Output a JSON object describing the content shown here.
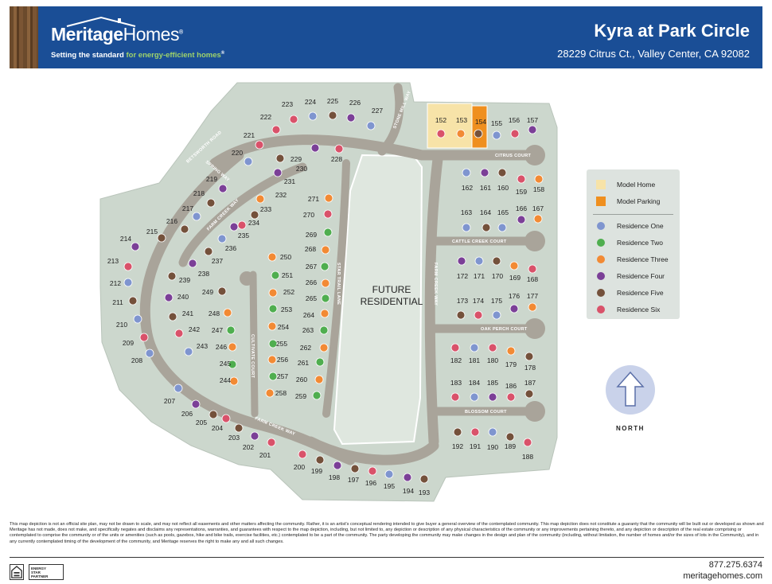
{
  "header": {
    "brand_a": "Meritage",
    "brand_b": "Homes",
    "brand_mark": "®",
    "tagline_a": "Setting the standard",
    "tagline_b": "for energy-efficient homes",
    "tagline_mark": "®",
    "community_name": "Kyra at Park Circle",
    "community_address": "28229 Citrus Ct., Valley Center, CA 92082"
  },
  "map": {
    "future_line1": "FUTURE",
    "future_line2": "RESIDENTIAL",
    "streets": {
      "betsworth": "BETSWORTH ROAD",
      "spring": "SPRING WAY",
      "farm_creek_upper": "FARM CREEK WAY",
      "farm_creek_right": "FARM CREEK WAY",
      "farm_creek_lower": "FARM CREEK WAY",
      "stone_mill": "STONE MILL WAY",
      "star_trail": "STAR TRAIL LANE",
      "cultivate": "CULTIVATE COURT",
      "citrus": "CITRUS COURT",
      "cattle_creek": "CATTLE CREEK COURT",
      "oak_perch": "OAK PERCH COURT",
      "blossom": "BLOSSOM COURT"
    },
    "colors": {
      "residence_one": "#7f95cf",
      "residence_two": "#4fae4f",
      "residence_three": "#f28a34",
      "residence_four": "#7b3f97",
      "residence_five": "#74513b",
      "residence_six": "#d9526a",
      "model_home": "#f7e3a8",
      "model_parking": "#ef8f1f"
    },
    "lots": [
      {
        "n": "223",
        "r": 6
      },
      {
        "n": "224",
        "r": 1
      },
      {
        "n": "225",
        "r": 5
      },
      {
        "n": "226",
        "r": 4
      },
      {
        "n": "227",
        "r": 1
      },
      {
        "n": "222",
        "r": 6
      },
      {
        "n": "221",
        "r": 6
      },
      {
        "n": "220",
        "r": 1
      },
      {
        "n": "229",
        "r": 4
      },
      {
        "n": "228",
        "r": 6
      },
      {
        "n": "230",
        "r": 5
      },
      {
        "n": "231",
        "r": 4
      },
      {
        "n": "219",
        "r": 4
      },
      {
        "n": "218",
        "r": 5
      },
      {
        "n": "217",
        "r": 1
      },
      {
        "n": "216",
        "r": 5
      },
      {
        "n": "215",
        "r": 5
      },
      {
        "n": "214",
        "r": 4
      },
      {
        "n": "232",
        "r": 3
      },
      {
        "n": "233",
        "r": 5
      },
      {
        "n": "234",
        "r": 6
      },
      {
        "n": "235",
        "r": 4
      },
      {
        "n": "236",
        "r": 1
      },
      {
        "n": "237",
        "r": 5
      },
      {
        "n": "238",
        "r": 4
      },
      {
        "n": "239",
        "r": 5
      },
      {
        "n": "271",
        "r": 3
      },
      {
        "n": "270",
        "r": 6
      },
      {
        "n": "269",
        "r": 2
      },
      {
        "n": "268",
        "r": 3
      },
      {
        "n": "267",
        "r": 2
      },
      {
        "n": "266",
        "r": 3
      },
      {
        "n": "265",
        "r": 2
      },
      {
        "n": "264",
        "r": 3
      },
      {
        "n": "263",
        "r": 2
      },
      {
        "n": "262",
        "r": 3
      },
      {
        "n": "261",
        "r": 2
      },
      {
        "n": "260",
        "r": 3
      },
      {
        "n": "259",
        "r": 2
      },
      {
        "n": "250",
        "r": 3
      },
      {
        "n": "251",
        "r": 2
      },
      {
        "n": "252",
        "r": 3
      },
      {
        "n": "253",
        "r": 2
      },
      {
        "n": "254",
        "r": 3
      },
      {
        "n": "255",
        "r": 2
      },
      {
        "n": "256",
        "r": 3
      },
      {
        "n": "257",
        "r": 2
      },
      {
        "n": "258",
        "r": 3
      },
      {
        "n": "213",
        "r": 6
      },
      {
        "n": "212",
        "r": 1
      },
      {
        "n": "211",
        "r": 5
      },
      {
        "n": "210",
        "r": 1
      },
      {
        "n": "209",
        "r": 6
      },
      {
        "n": "208",
        "r": 1
      },
      {
        "n": "240",
        "r": 4
      },
      {
        "n": "241",
        "r": 5
      },
      {
        "n": "242",
        "r": 6
      },
      {
        "n": "243",
        "r": 1
      },
      {
        "n": "249",
        "r": 5
      },
      {
        "n": "248",
        "r": 3
      },
      {
        "n": "247",
        "r": 2
      },
      {
        "n": "246",
        "r": 3
      },
      {
        "n": "245",
        "r": 2
      },
      {
        "n": "244",
        "r": 3
      },
      {
        "n": "207",
        "r": 1
      },
      {
        "n": "206",
        "r": 4
      },
      {
        "n": "205",
        "r": 5
      },
      {
        "n": "204",
        "r": 6
      },
      {
        "n": "203",
        "r": 5
      },
      {
        "n": "202",
        "r": 4
      },
      {
        "n": "201",
        "r": 6
      },
      {
        "n": "200",
        "r": 6
      },
      {
        "n": "199",
        "r": 5
      },
      {
        "n": "198",
        "r": 4
      },
      {
        "n": "197",
        "r": 5
      },
      {
        "n": "196",
        "r": 6
      },
      {
        "n": "195",
        "r": 1
      },
      {
        "n": "194",
        "r": 4
      },
      {
        "n": "193",
        "r": 5
      },
      {
        "n": "152",
        "r": 6
      },
      {
        "n": "153",
        "r": 3
      },
      {
        "n": "154",
        "r": 5
      },
      {
        "n": "155",
        "r": 1
      },
      {
        "n": "156",
        "r": 6
      },
      {
        "n": "157",
        "r": 4
      },
      {
        "n": "162",
        "r": 1
      },
      {
        "n": "161",
        "r": 4
      },
      {
        "n": "160",
        "r": 5
      },
      {
        "n": "159",
        "r": 6
      },
      {
        "n": "158",
        "r": 3
      },
      {
        "n": "163",
        "r": 1
      },
      {
        "n": "164",
        "r": 5
      },
      {
        "n": "165",
        "r": 1
      },
      {
        "n": "166",
        "r": 4
      },
      {
        "n": "167",
        "r": 3
      },
      {
        "n": "172",
        "r": 4
      },
      {
        "n": "171",
        "r": 1
      },
      {
        "n": "170",
        "r": 5
      },
      {
        "n": "169",
        "r": 3
      },
      {
        "n": "168",
        "r": 6
      },
      {
        "n": "173",
        "r": 5
      },
      {
        "n": "174",
        "r": 6
      },
      {
        "n": "175",
        "r": 1
      },
      {
        "n": "176",
        "r": 4
      },
      {
        "n": "177",
        "r": 3
      },
      {
        "n": "182",
        "r": 6
      },
      {
        "n": "181",
        "r": 1
      },
      {
        "n": "180",
        "r": 6
      },
      {
        "n": "179",
        "r": 3
      },
      {
        "n": "178",
        "r": 5
      },
      {
        "n": "183",
        "r": 6
      },
      {
        "n": "184",
        "r": 1
      },
      {
        "n": "185",
        "r": 4
      },
      {
        "n": "186",
        "r": 6
      },
      {
        "n": "187",
        "r": 5
      },
      {
        "n": "192",
        "r": 5
      },
      {
        "n": "191",
        "r": 6
      },
      {
        "n": "190",
        "r": 1
      },
      {
        "n": "189",
        "r": 5
      },
      {
        "n": "188",
        "r": 6
      }
    ]
  },
  "legend": {
    "model_home": "Model Home",
    "model_parking": "Model Parking",
    "residence_one": "Residence One",
    "residence_two": "Residence Two",
    "residence_three": "Residence Three",
    "residence_four": "Residence Four",
    "residence_five": "Residence Five",
    "residence_six": "Residence Six"
  },
  "north_label": "NORTH",
  "disclaimer": "This map depiction is not an official site plan, may not be drawn to scale, and may not reflect all easements and other matters affecting the community. Rather, it is an artist's conceptual rendering intended to give buyer a general overview of the contemplated community. This map depiction does not constitute a guaranty that the community will be built out or developed as shown and Meritage has not made, does not make, and specifically negates and disclaims any representations, warranties, and guarantees with respect to the map depiction, including, but not limited to, any depiction or description of any physical characteristics of the community or any improvements pertaining thereto, and any depiction or description of the real estate comprising or contemplated to comprise the community or of the units or amenities (such as pools, gazebos, hike and bike trails, exercise facilities, etc.) contemplated to be a part of the community. The party developing the community may make changes in the design and plan of the community (including, without limitation, the number of homes and/or the sizes of lots in the Community), and in any currently contemplated timing of the development of the community, and Meritage reserves the right to make any and all such changes.",
  "footer": {
    "energy_star_line1": "ENERGY",
    "energy_star_line2": "STAR",
    "energy_star_line3": "PARTNER",
    "phone": "877.275.6374",
    "website": "meritagehomes.com"
  }
}
